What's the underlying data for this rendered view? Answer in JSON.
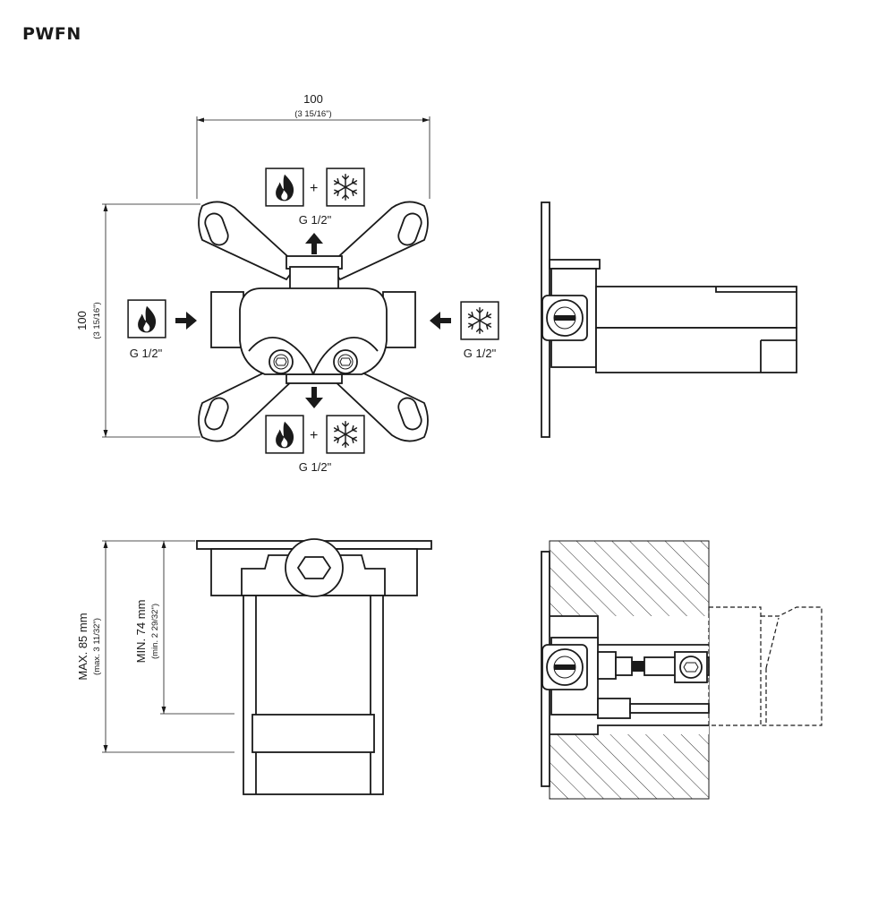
{
  "product_code": "PWFN",
  "top_view": {
    "width_mm": "100",
    "width_in": "(3 15/16\")",
    "height_mm": "100",
    "height_in": "(3 15/16\")",
    "outlet_top_label": "G 1/2\"",
    "inlet_left_label": "G 1/2\"",
    "inlet_right_label": "G 1/2\"",
    "outlet_bottom_label": "G 1/2\"",
    "plus": "+"
  },
  "front_view": {
    "max_depth": "MAX. 85 mm",
    "max_depth_in": "(max. 3 11/32\")",
    "min_depth": "MIN. 74 mm",
    "min_depth_in": "(min. 2 29/32\")"
  },
  "icons": {
    "hot": "flame-icon",
    "cold": "snowflake-icon",
    "arrow_up": "arrow-up-icon",
    "arrow_down": "arrow-down-icon",
    "arrow_right": "arrow-right-icon",
    "arrow_left": "arrow-left-icon"
  }
}
